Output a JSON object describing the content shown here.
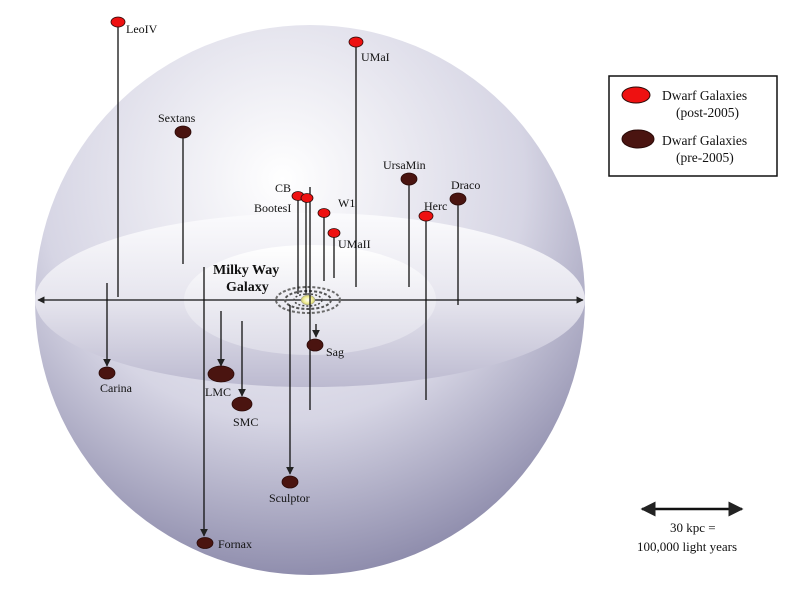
{
  "galaxy_label_line1": "Milky Way",
  "galaxy_label_line2": "Galaxy",
  "legend": {
    "post_line1": "Dwarf Galaxies",
    "post_line2": "(post-2005)",
    "pre_line1": "Dwarf Galaxies",
    "pre_line2": "(pre-2005)"
  },
  "scale_bar": {
    "line1": "30 kpc =",
    "line2": "100,000 light years"
  },
  "galaxies": [
    {
      "name": "LeoIV",
      "era": "post"
    },
    {
      "name": "UMaI",
      "era": "post"
    },
    {
      "name": "Sextans",
      "era": "pre"
    },
    {
      "name": "UrsaMin",
      "era": "pre"
    },
    {
      "name": "Draco",
      "era": "pre"
    },
    {
      "name": "CB",
      "era": "post"
    },
    {
      "name": "BootesI",
      "era": "post"
    },
    {
      "name": "W1",
      "era": "post"
    },
    {
      "name": "Herc",
      "era": "post"
    },
    {
      "name": "UMaII",
      "era": "post"
    },
    {
      "name": "Sag",
      "era": "pre"
    },
    {
      "name": "Carina",
      "era": "pre"
    },
    {
      "name": "LMC",
      "era": "pre"
    },
    {
      "name": "SMC",
      "era": "pre"
    },
    {
      "name": "Sculptor",
      "era": "pre"
    },
    {
      "name": "Fornax",
      "era": "pre"
    }
  ],
  "colors": {
    "post": "#ee1111",
    "pre": "#4a1410"
  }
}
